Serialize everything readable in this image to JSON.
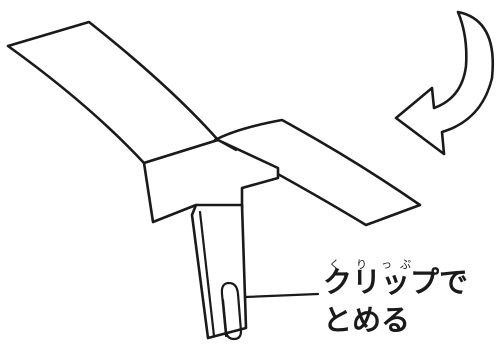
{
  "illustration": {
    "icon": "paper-helicopter",
    "rotation_arrow_icon": "curved-arrow-down-left-icon",
    "paperclip_icon": "paperclip-icon"
  },
  "caption": {
    "ruby_ku": "く",
    "ruby_ri": "り",
    "ruby_tsu": "っ",
    "ruby_pu": "ぷ",
    "line1": "クリップで",
    "line2": "とめる"
  }
}
